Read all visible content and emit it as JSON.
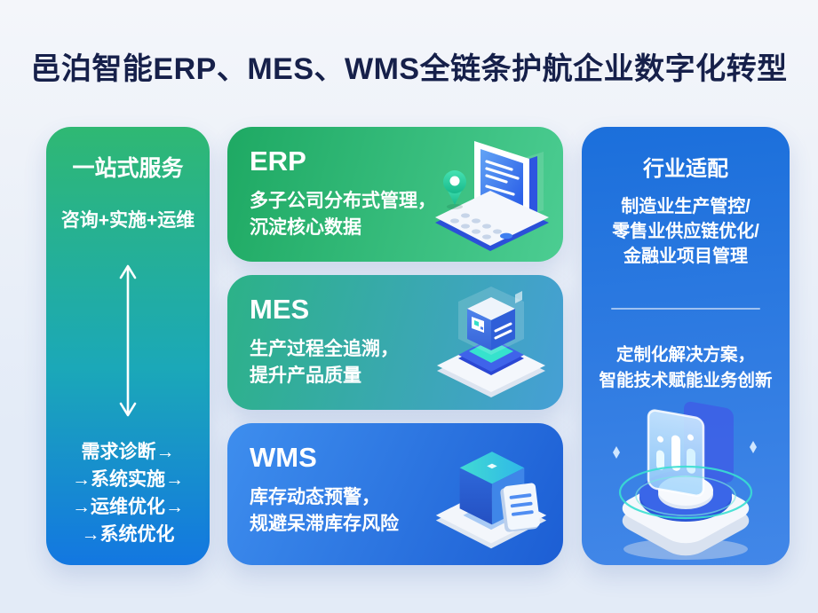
{
  "title": "邑泊智能ERP、MES、WMS全链条护航企业数字化转型",
  "colors": {
    "bg_top": "#f4f6fa",
    "bg_bottom": "#e3ebf7",
    "title_text": "#16204a",
    "left_top": "#2fb873",
    "left_mid": "#1ba8b8",
    "left_bottom": "#1377e1",
    "erp_1": "#1ea963",
    "erp_2": "#4ccd92",
    "mes_1": "#2cb287",
    "mes_2": "#469fd6",
    "wms_1": "#3e8eee",
    "wms_2": "#1c5ed4",
    "right_1": "#1b6fdb",
    "right_2": "#4287e8",
    "card_text": "#ffffff"
  },
  "left_panel": {
    "title": "一站式服务",
    "subtitle": "咨询+实施+运维",
    "arrow_icon": "double-vertical-arrow-icon",
    "flow_lines": [
      "需求诊断→",
      "→系统实施→",
      "→运维优化→",
      "→系统优化"
    ]
  },
  "products": [
    {
      "name": "ERP",
      "desc": [
        "多子公司分布式管理，",
        "沉淀核心数据"
      ],
      "icon": "erp-terminal-icon"
    },
    {
      "name": "MES",
      "desc": [
        "生产过程全追溯，",
        "提升产品质量"
      ],
      "icon": "mes-cube-icon"
    },
    {
      "name": "WMS",
      "desc": [
        "库存动态预警，",
        "规避呆滞库存风险"
      ],
      "icon": "wms-warehouse-icon"
    }
  ],
  "right_panel": {
    "title": "行业适配",
    "industries": [
      "制造业生产管控/",
      "零售业供应链优化/",
      "金融业项目管理"
    ],
    "solution_lines": [
      "定制化解决方案，",
      "智能技术赋能业务创新"
    ],
    "icon": "solution-pedestal-icon"
  }
}
